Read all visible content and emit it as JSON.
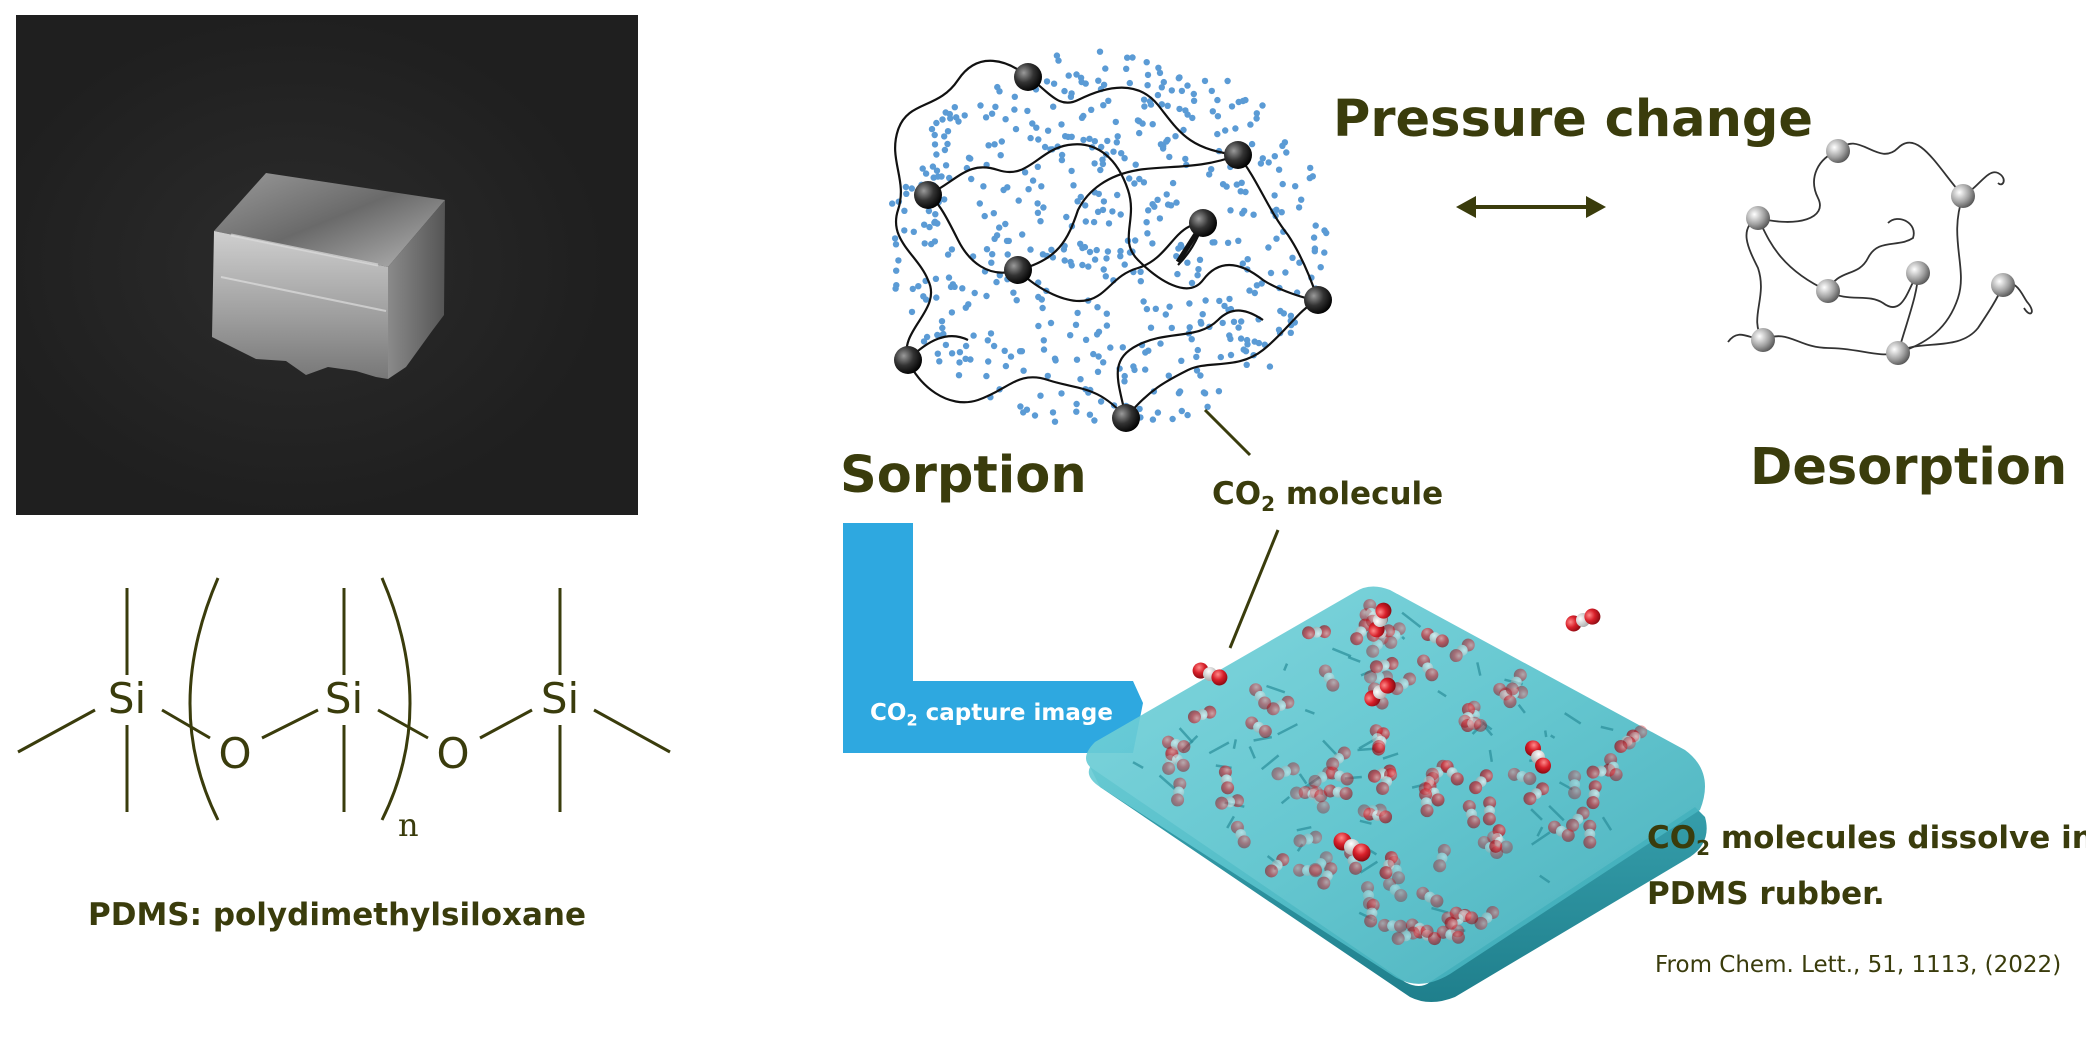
{
  "photo": {
    "description_icon": "pdms-block-photo"
  },
  "structure": {
    "atoms": {
      "si_left": "Si",
      "si_center": "Si",
      "si_right": "Si",
      "o_left": "O",
      "o_right": "O",
      "subscript_n": "n"
    },
    "caption": "PDMS: polydimethylsiloxane"
  },
  "process": {
    "sorption_label": "Sorption",
    "desorption_label": "Desorption",
    "pressure_label": "Pressure change",
    "molecule_label_main": "CO",
    "molecule_label_sub": "2",
    "molecule_label_rest": " molecule",
    "capture_label_main": "CO",
    "capture_label_sub": "2",
    "capture_label_rest": " capture image"
  },
  "dissolve": {
    "line1_main": "CO",
    "line1_sub": "2",
    "line1_rest": " molecules dissolve in",
    "line2": "PDMS rubber.",
    "citation": "From Chem. Lett., 51, 1113, (2022)"
  },
  "colors": {
    "text": "#3a3c0c",
    "arrow_blue": "#2ea8e0",
    "slab": "#48b8c4",
    "co2_red": "#d8202a",
    "dot_blue": "#5b9bd5"
  }
}
